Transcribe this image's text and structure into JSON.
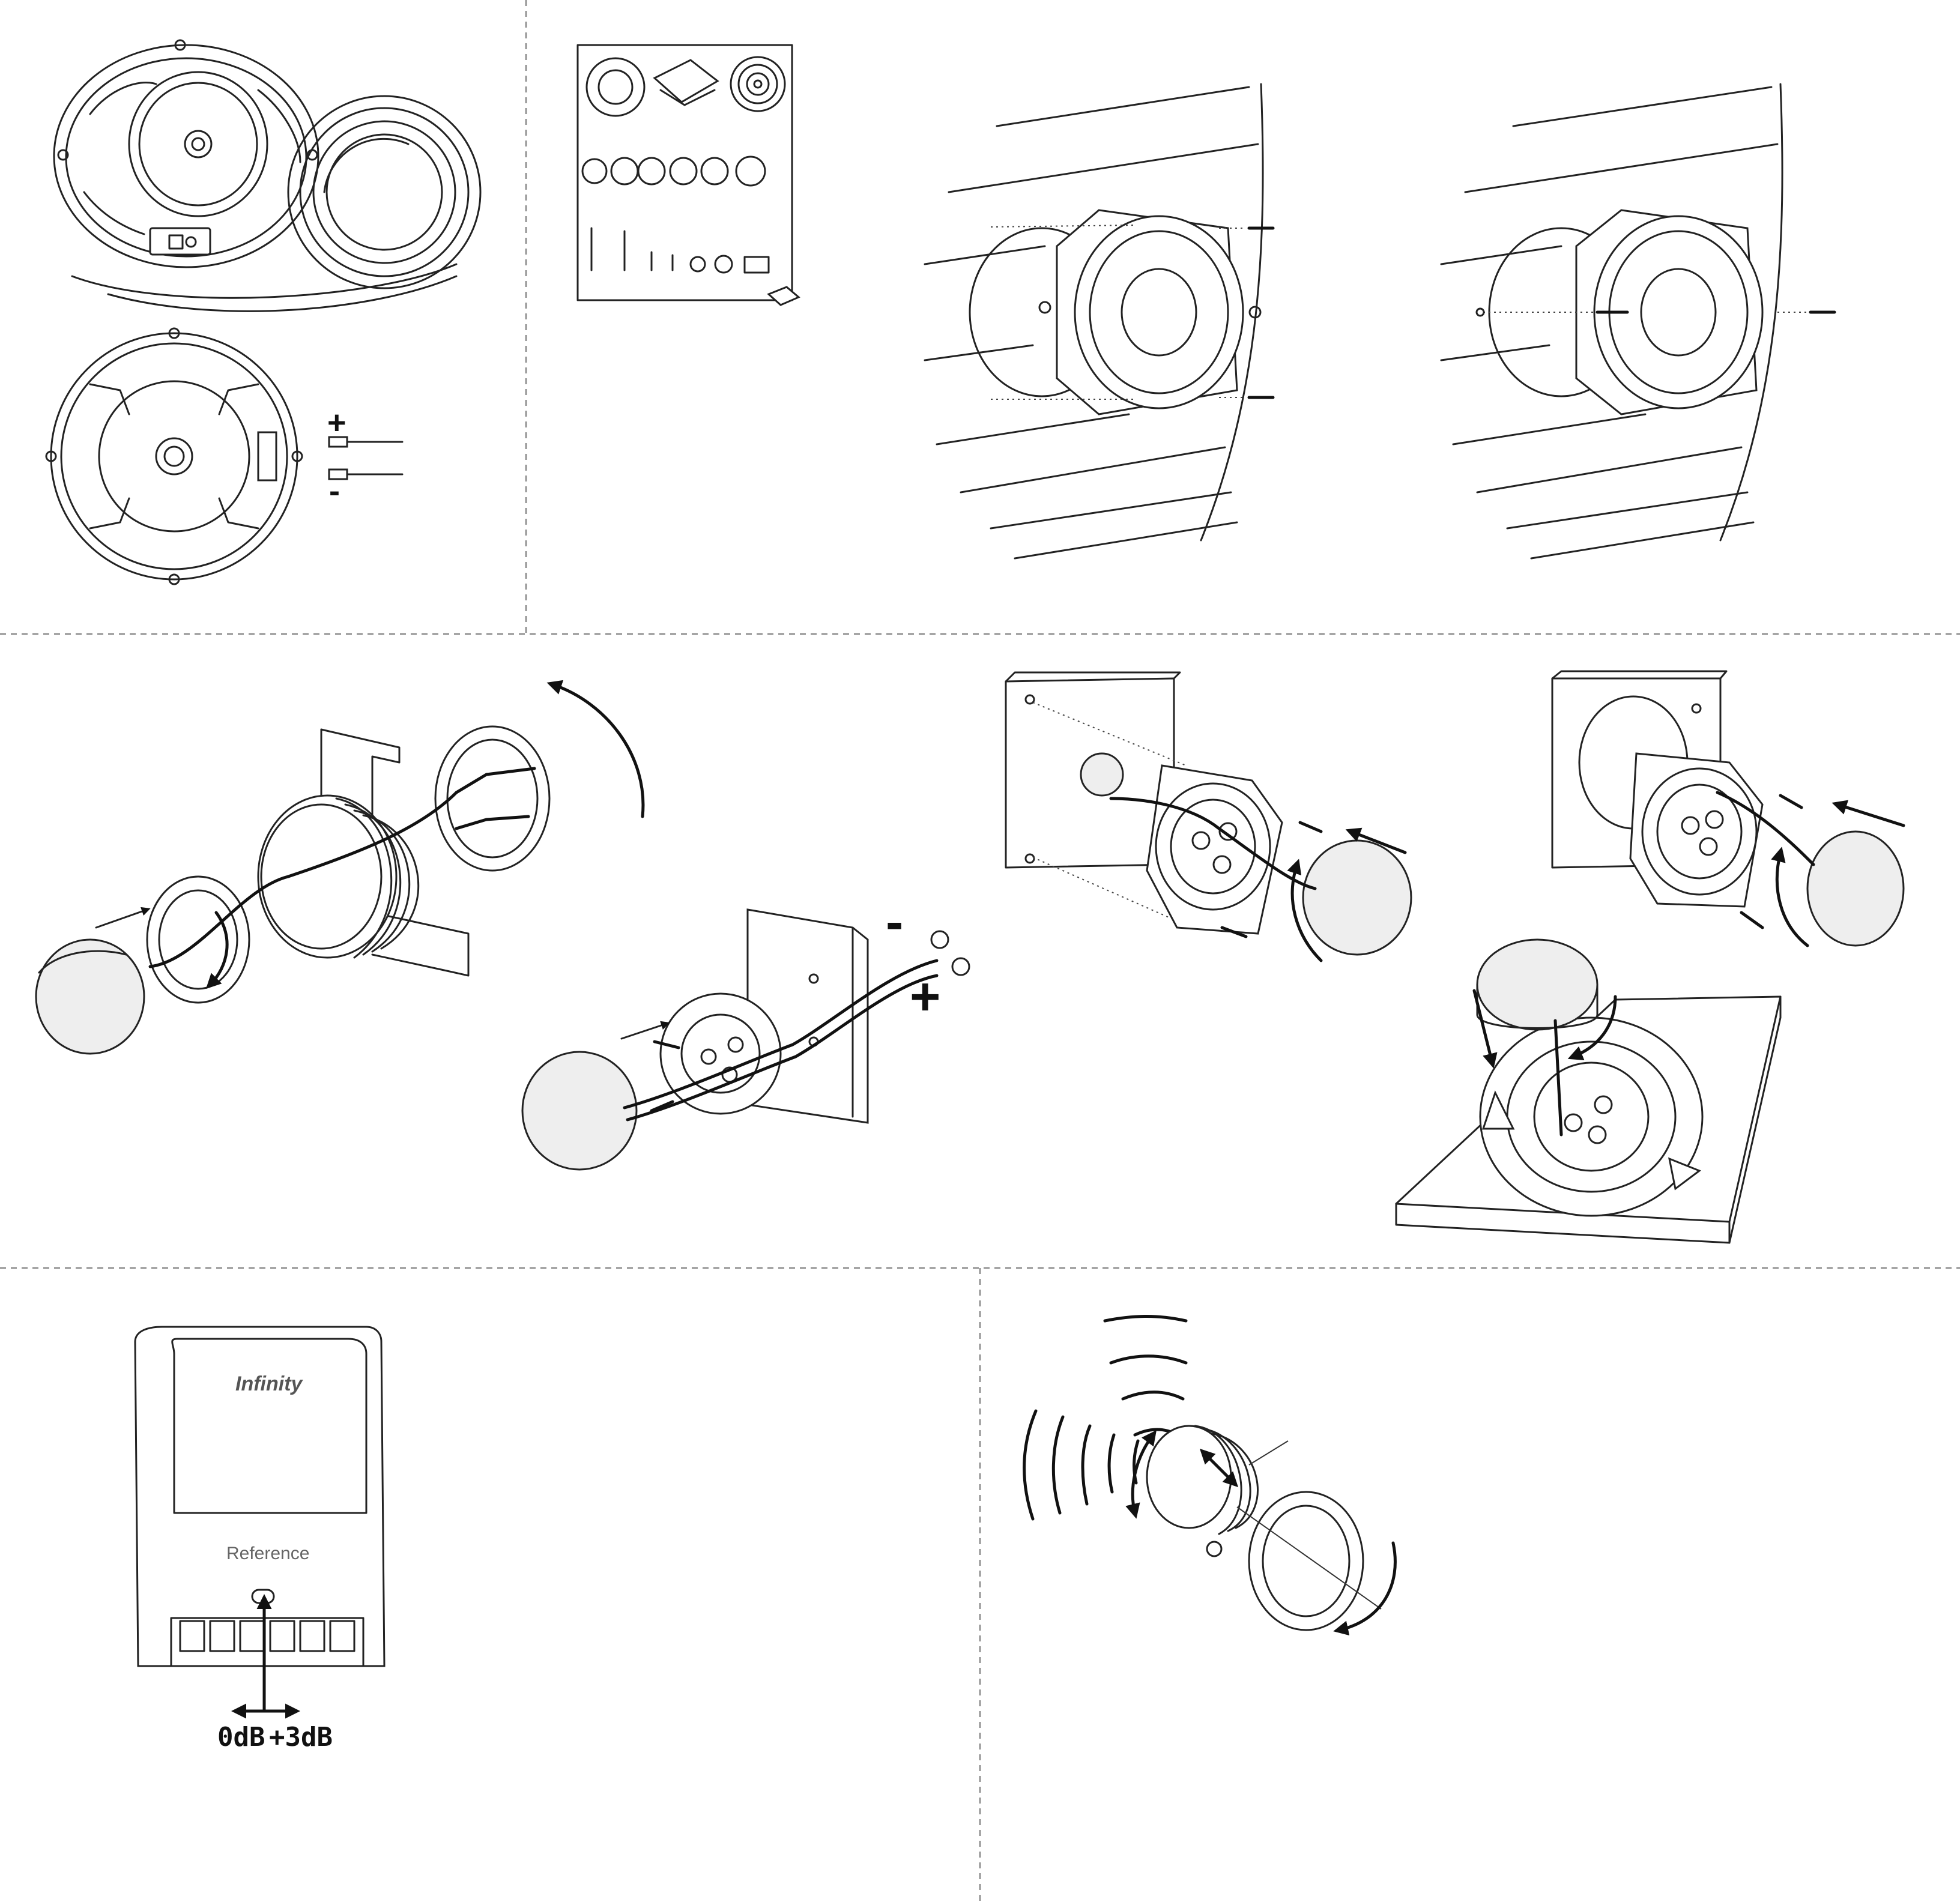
{
  "polarity": {
    "plus": "+",
    "minus": "-"
  },
  "crossover": {
    "brand": "Infinity",
    "model": "Reference",
    "tweeter_level_low": "0dB",
    "tweeter_level_high": "+3dB"
  }
}
